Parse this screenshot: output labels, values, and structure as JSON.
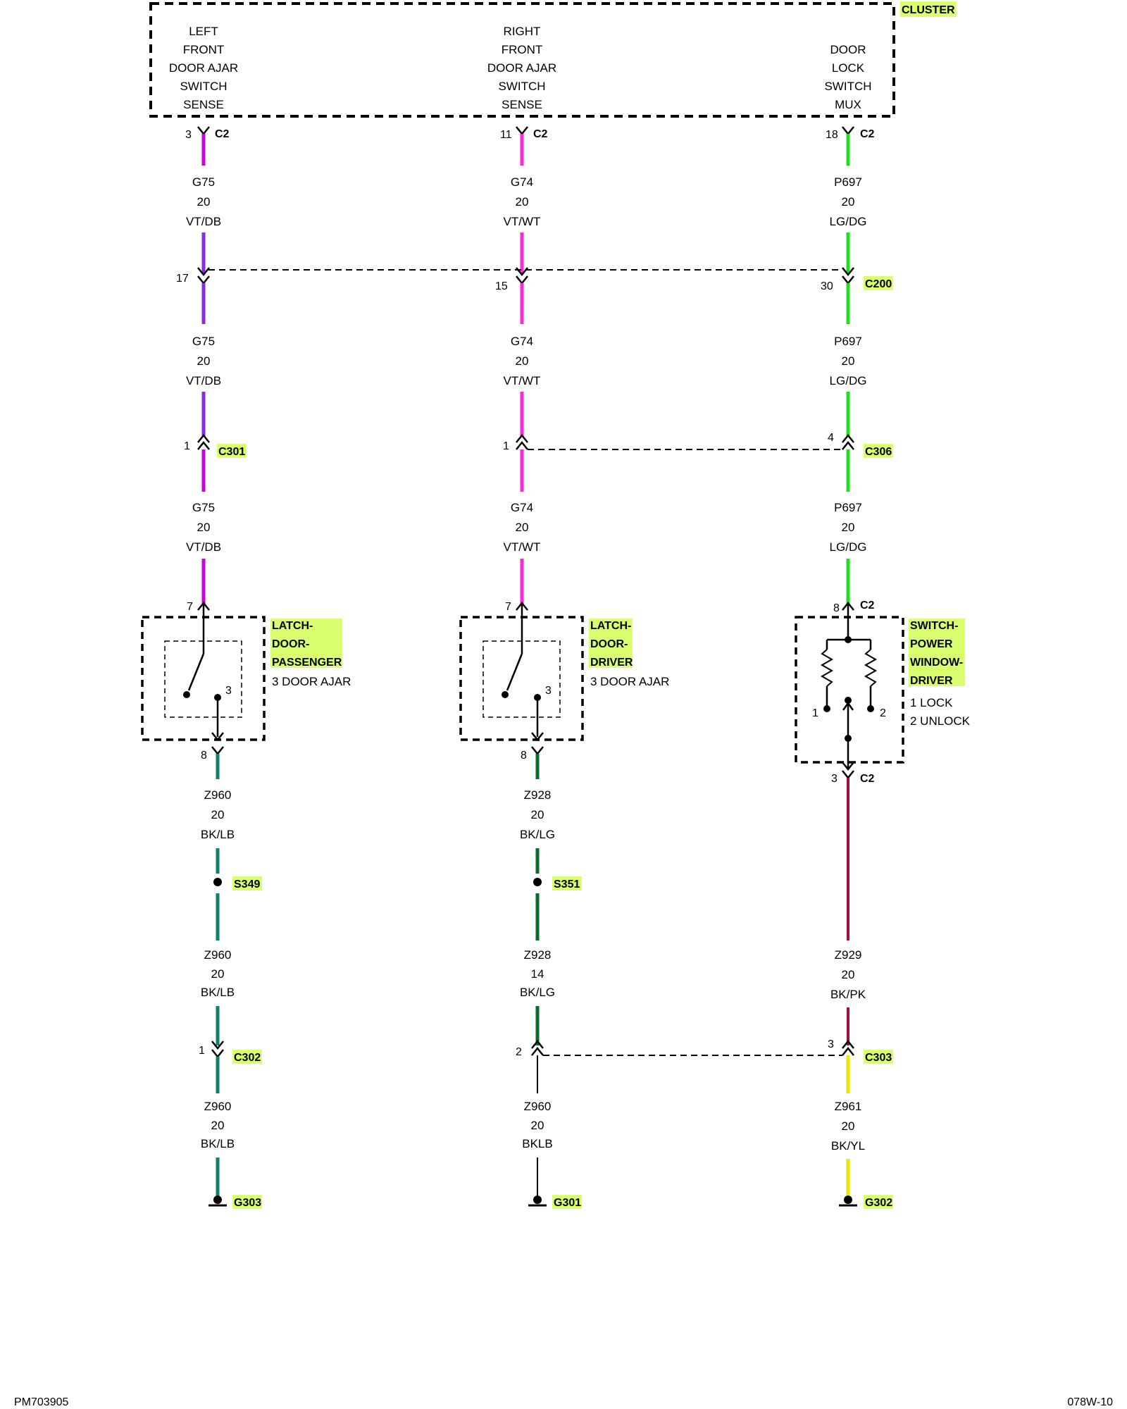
{
  "cluster": {
    "title": "CLUSTER",
    "col1": [
      "LEFT",
      "FRONT",
      "DOOR AJAR",
      "SWITCH",
      "SENSE"
    ],
    "col2": [
      "RIGHT",
      "FRONT",
      "DOOR AJAR",
      "SWITCH",
      "SENSE"
    ],
    "col3": [
      "DOOR",
      "LOCK",
      "SWITCH",
      "MUX"
    ]
  },
  "connectors": {
    "c2": "C2",
    "c200": "C200",
    "c301": "C301",
    "c306": "C306",
    "c302": "C302",
    "c303": "C303"
  },
  "pins": {
    "a_top": "3",
    "b_top": "11",
    "c_top": "18",
    "a_c200": "17",
    "b_c200": "15",
    "c_c200": "30",
    "a_c301": "1",
    "b_c301": "1",
    "c_c306": "4",
    "a_latch_in": "7",
    "b_latch_in": "7",
    "c_switch_in": "8",
    "a_latch_out": "8",
    "b_latch_out": "8",
    "c_switch_out": "3",
    "a_c302": "1",
    "b_c303": "2",
    "c_c303": "3"
  },
  "wires": {
    "g75": [
      "G75",
      "20",
      "VT/DB"
    ],
    "g74": [
      "G74",
      "20",
      "VT/WT"
    ],
    "p697": [
      "P697",
      "20",
      "LG/DG"
    ],
    "z960_a": [
      "Z960",
      "20",
      "BK/LB"
    ],
    "z928_a": [
      "Z928",
      "20",
      "BK/LG"
    ],
    "z960_b": [
      "Z960",
      "20",
      "BK/LB"
    ],
    "z928_b": [
      "Z928",
      "14",
      "BK/LG"
    ],
    "z929": [
      "Z929",
      "20",
      "BK/PK"
    ],
    "z960_c": [
      "Z960",
      "20",
      "BK/LB"
    ],
    "z960_d": [
      "Z960",
      "20",
      "BKLB"
    ],
    "z961": [
      "Z961",
      "20",
      "BK/YL"
    ]
  },
  "components": {
    "latch_passenger": {
      "name": [
        "LATCH-",
        "DOOR-",
        "PASSENGER"
      ],
      "pin_desc": "3 DOOR AJAR",
      "pin3": "3"
    },
    "latch_driver": {
      "name": [
        "LATCH-",
        "DOOR-",
        "DRIVER"
      ],
      "pin_desc": "3 DOOR AJAR",
      "pin3": "3"
    },
    "switch_window": {
      "name": [
        "SWITCH-",
        "POWER",
        "WINDOW-",
        "DRIVER"
      ],
      "pin_desc": [
        "1 LOCK",
        "2 UNLOCK"
      ],
      "pin1": "1",
      "pin2": "2"
    }
  },
  "splices": {
    "s349": "S349",
    "s351": "S351"
  },
  "grounds": {
    "g303": "G303",
    "g301": "G301",
    "g302": "G302"
  },
  "footer": {
    "left": "PM703905",
    "right": "078W-10"
  },
  "colors": {
    "violet": "#cc00dd",
    "violet_dark": "#8a2be2",
    "pink": "#ff2ad4",
    "green": "#22dd22",
    "dark_green": "#0a6a2a",
    "teal": "#108070",
    "pink_dark": "#a0103a",
    "yellow": "#e8e800",
    "highlight": "#d9ff6e"
  }
}
